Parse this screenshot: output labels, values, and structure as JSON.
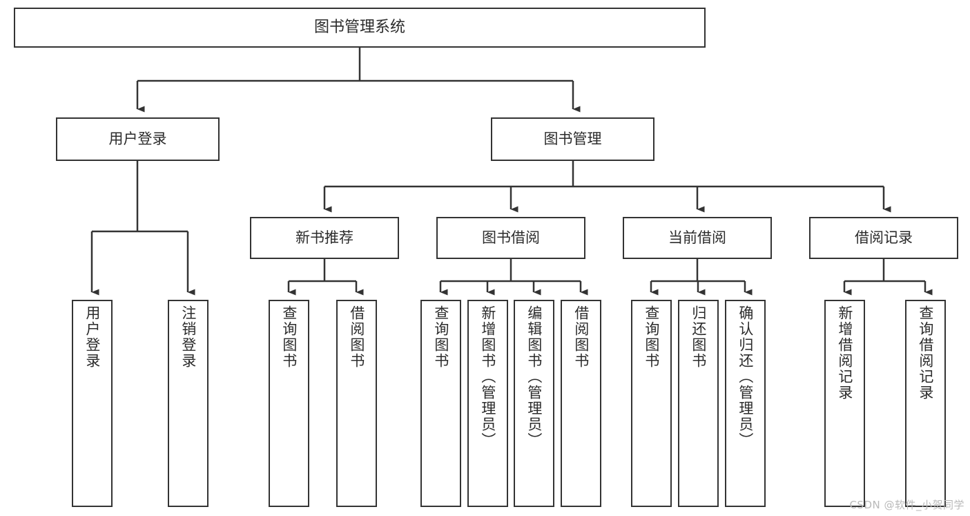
{
  "diagram": {
    "title": "图书管理系统",
    "type": "tree-hierarchy-diagram",
    "watermark": "CSDN @软件_小贺同学",
    "colors": {
      "stroke": "#333333",
      "text": "#2b2b2b",
      "background": "#ffffff",
      "watermark": "#b9b9b9"
    },
    "root": {
      "label": "图书管理系统"
    },
    "level2": [
      {
        "label": "用户登录"
      },
      {
        "label": "图书管理"
      }
    ],
    "level3": [
      {
        "label": "新书推荐"
      },
      {
        "label": "图书借阅"
      },
      {
        "label": "当前借阅"
      },
      {
        "label": "借阅记录"
      }
    ],
    "leaves": {
      "user_login": [
        {
          "label": "用户登录"
        },
        {
          "label": "注销登录"
        }
      ],
      "new_book_recommend": [
        {
          "label": "查询图书"
        },
        {
          "label": "借阅图书"
        }
      ],
      "book_borrow": [
        {
          "label": "查询图书"
        },
        {
          "label": "新增图书（管理员）"
        },
        {
          "label": "编辑图书（管理员）"
        },
        {
          "label": "借阅图书"
        }
      ],
      "current_borrow": [
        {
          "label": "查询图书"
        },
        {
          "label": "归还图书"
        },
        {
          "label": "确认归还（管理员）"
        }
      ],
      "borrow_record": [
        {
          "label": "新增借阅记录"
        },
        {
          "label": "查询借阅记录"
        }
      ]
    }
  }
}
